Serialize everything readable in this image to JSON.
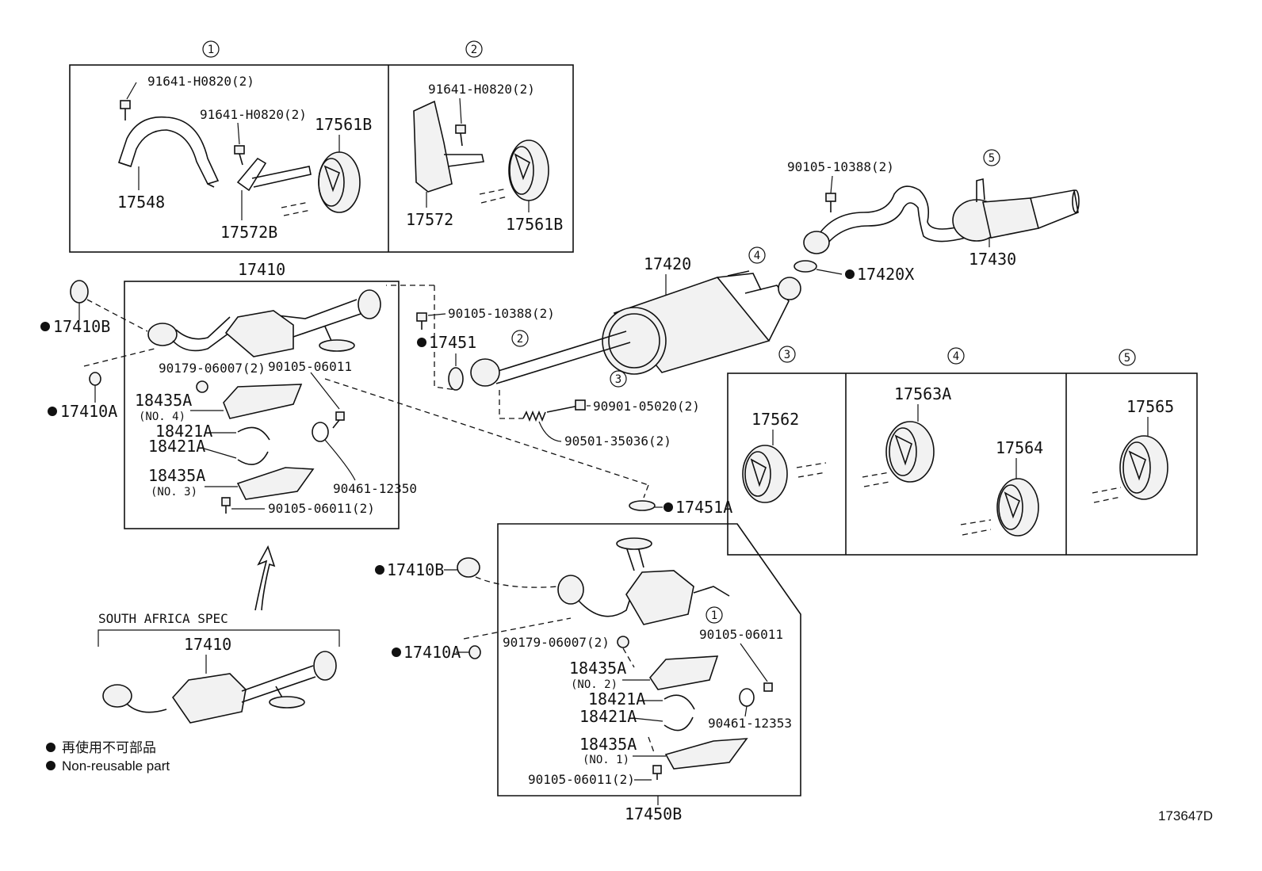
{
  "callouts": {
    "c1": "1",
    "c2": "2",
    "c3": "3",
    "c4": "4",
    "c5": "5"
  },
  "labels": {
    "p91641_a": "91641-H0820(2)",
    "p91641_b": "91641-H0820(2)",
    "p91641_c": "91641-H0820(2)",
    "p17561b_a": "17561B",
    "p17561b_b": "17561B",
    "p17548": "17548",
    "p17572b": "17572B",
    "p17572": "17572",
    "p90105_10388_a": "90105-10388(2)",
    "p90105_10388_b": "90105-10388(2)",
    "p17430": "17430",
    "p17420": "17420",
    "p17420x": "17420X",
    "p17410": "17410",
    "p17410b_a": "17410B",
    "p17410a_a": "17410A",
    "p90179_a": "90179-06007(2)",
    "p90105_06011_a": "90105-06011",
    "p18435a_no4": "18435A",
    "no4": "(NO. 4)",
    "p18421a_a": "18421A",
    "p18421a_b": "18421A",
    "p18435a_no3": "18435A",
    "no3": "(NO. 3)",
    "p90461_12350": "90461-12350",
    "p90105_06011_b": "90105-06011(2)",
    "p17451": "17451",
    "p90901": "90901-05020(2)",
    "p90501": "90501-35036(2)",
    "p17562": "17562",
    "p17563a": "17563A",
    "p17564": "17564",
    "p17565": "17565",
    "p17451a": "17451A",
    "p17410b_b": "17410B",
    "p17410a_b": "17410A",
    "p90179_b": "90179-06007(2)",
    "p90105_06011_c": "90105-06011",
    "p18435a_no2": "18435A",
    "no2": "(NO. 2)",
    "p18421a_c": "18421A",
    "p18421a_d": "18421A",
    "p90461_12353": "90461-12353",
    "p18435a_no1": "18435A",
    "no1": "(NO. 1)",
    "p90105_06011_d": "90105-06011(2)",
    "p17450b": "17450B",
    "south_africa_spec": "SOUTH AFRICA SPEC",
    "p17410_sa": "17410"
  },
  "legend": {
    "line1": "再使用不可部品",
    "line2": "Non-reusable part"
  },
  "diagram_id": "173647D"
}
